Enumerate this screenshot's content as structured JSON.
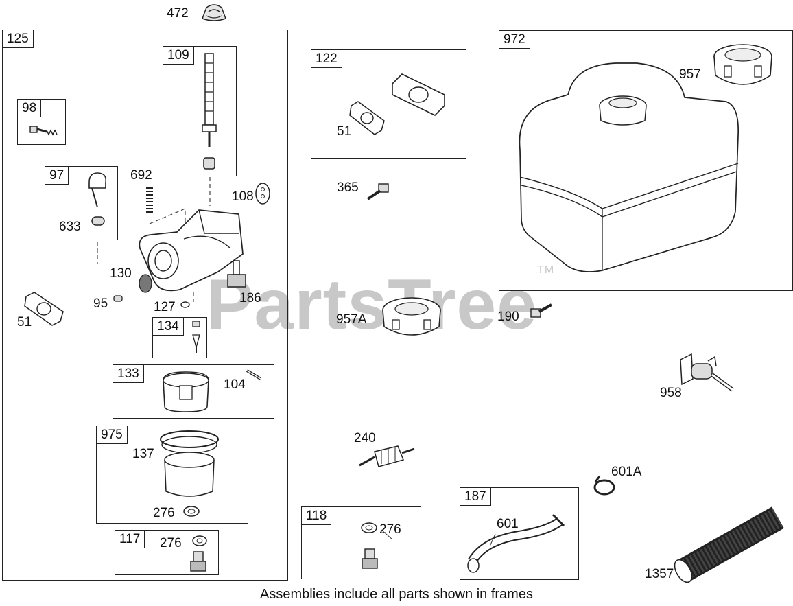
{
  "watermark": {
    "text": "PartsTree",
    "mark": "TM"
  },
  "caption": "Assemblies include all parts shown in frames",
  "frames": {
    "f125": "125",
    "f109": "109",
    "f98": "98",
    "f97": "97",
    "f134": "134",
    "f133": "133",
    "f975": "975",
    "f117": "117",
    "f122": "122",
    "f972": "972",
    "f118": "118",
    "f187": "187"
  },
  "labels": {
    "p472": "472",
    "p692": "692",
    "p108": "108",
    "p633": "633",
    "p130": "130",
    "p95": "95",
    "p127": "127",
    "p186": "186",
    "p51a": "51",
    "p104": "104",
    "p137": "137",
    "p276a": "276",
    "p276b": "276",
    "p51b": "51",
    "p365": "365",
    "p957a": "957A",
    "p190": "190",
    "p957": "957",
    "p958": "958",
    "p240": "240",
    "p601a": "601A",
    "p276c": "276",
    "p601": "601",
    "p1357": "1357"
  }
}
